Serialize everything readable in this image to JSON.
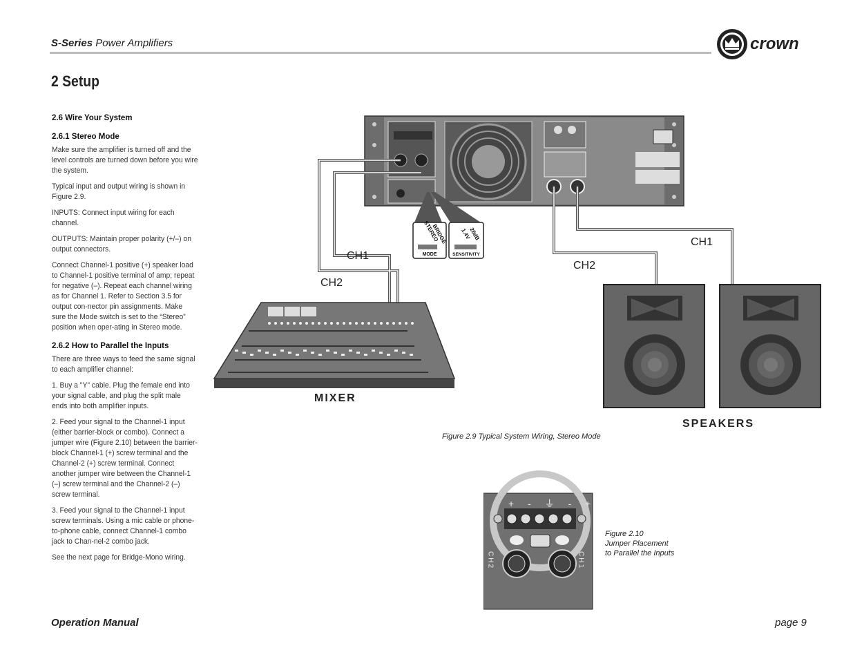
{
  "header": {
    "series_bold": "S-Series",
    "series_rest": " Power Amplifiers",
    "brand": "crown"
  },
  "section": {
    "title": "2 Setup"
  },
  "text": {
    "h_wire": "2.6  Wire Your System",
    "h_stereo": "2.6.1 Stereo Mode",
    "p1": "Make sure the amplifier is turned off and the level controls are turned down before you wire the system.",
    "p2": "Typical input and output wiring is shown in Figure 2.9.",
    "p3": "INPUTS: Connect input wiring for each channel.",
    "p4": "OUTPUTS: Maintain proper polarity (+/–) on output connectors.",
    "p5": "Connect Channel-1 positive (+) speaker load to Channel-1 positive terminal of amp; repeat for negative (–). Repeat each channel wiring as for Channel 1. Refer to Section 3.5 for output con-nector pin assignments. Make sure the Mode switch is set to the “Stereo” position when oper-ating in Stereo mode.",
    "h_parallel": "2.6.2 How to Parallel the Inputs",
    "p6": "There are three ways to feed the same signal to each amplifier channel:",
    "p7": "1. Buy a \"Y\" cable. Plug the female end into your signal cable, and plug the split male ends into both amplifier inputs.",
    "p8": "2. Feed your signal to the Channel-1 input (either barrier-block or combo). Connect a jumper wire (Figure 2.10) between the barrier-block Channel-1 (+) screw terminal and the Channel-2 (+) screw terminal. Connect another jumper wire between the Channel-1 (–) screw terminal and the Channel-2 (–) screw terminal.",
    "p9": "3. Feed your signal to the Channel-1 input screw terminals. Using a mic cable or phone-to-phone cable, connect Channel-1 combo jack to Chan-nel-2 combo jack.",
    "p10": "See the next page for Bridge-Mono wiring."
  },
  "figure9": {
    "ch1_left": "CH1",
    "ch2_left": "CH2",
    "ch1_right": "CH1",
    "ch2_right": "CH2",
    "mixer_label": "MIXER",
    "speakers_label": "SPEAKERS",
    "mode_top": "STEREO",
    "mode_bottom": "BRIDGE",
    "mode_label": "MODE",
    "sens_top": "1.4V",
    "sens_bottom": "26dB",
    "sens_label": "SENSITIVITY",
    "caption": "Figure 2.9 Typical System Wiring, Stereo Mode"
  },
  "figure10": {
    "caption_line1": "Figure 2.10",
    "caption_line2": "Jumper Placement",
    "caption_line3": "to Parallel the Inputs",
    "ch2": "CH2",
    "ch1": "CH1",
    "terminals": "+ - ⏚ - +"
  },
  "footer": {
    "left": "Operation Manual",
    "right": "page 9"
  }
}
